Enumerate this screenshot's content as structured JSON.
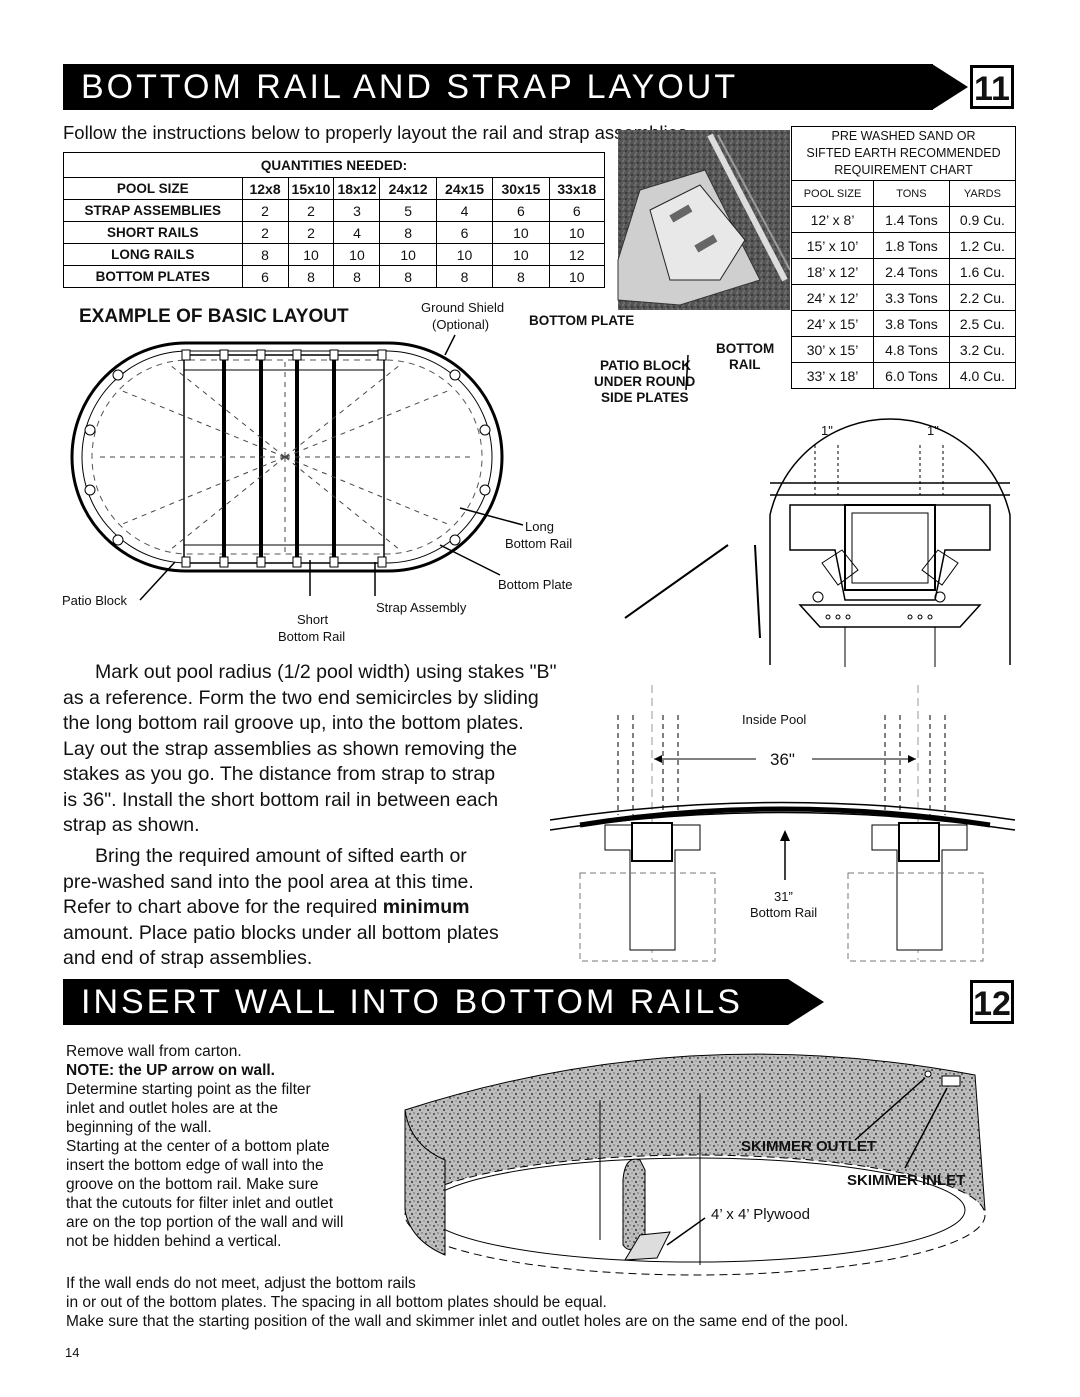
{
  "step11": {
    "title": "BOTTOM RAIL AND STRAP LAYOUT",
    "number": "11",
    "intro": "Follow the instructions below to properly layout the rail and strap assemblies.",
    "quantities": {
      "heading": "QUANTITIES NEEDED:",
      "col_header": "POOL SIZE",
      "sizes": [
        "12x8",
        "15x10",
        "18x12",
        "24x12",
        "24x15",
        "30x15",
        "33x18"
      ],
      "rows": [
        {
          "label": "STRAP ASSEMBLIES",
          "values": [
            "2",
            "2",
            "3",
            "5",
            "4",
            "6",
            "6"
          ]
        },
        {
          "label": "SHORT RAILS",
          "values": [
            "2",
            "2",
            "4",
            "8",
            "6",
            "10",
            "10"
          ]
        },
        {
          "label": "LONG RAILS",
          "values": [
            "8",
            "10",
            "10",
            "10",
            "10",
            "10",
            "12"
          ]
        },
        {
          "label": "BOTTOM PLATES",
          "values": [
            "6",
            "8",
            "8",
            "8",
            "8",
            "8",
            "10"
          ]
        }
      ]
    },
    "sand_chart": {
      "title1": "PRE WASHED SAND OR",
      "title2": "SIFTED EARTH RECOMMENDED",
      "title3": "REQUIREMENT CHART",
      "headers": [
        "POOL SIZE",
        "TONS",
        "YARDS"
      ],
      "rows": [
        [
          "12’ x 8’",
          "1.4 Tons",
          "0.9 Cu."
        ],
        [
          "15’ x 10’",
          "1.8 Tons",
          "1.2 Cu."
        ],
        [
          "18’ x 12’",
          "2.4 Tons",
          "1.6 Cu."
        ],
        [
          "24’ x 12’",
          "3.3 Tons",
          "2.2 Cu."
        ],
        [
          "24’ x 15’",
          "3.8 Tons",
          "2.5 Cu."
        ],
        [
          "30’ x 15’",
          "4.8 Tons",
          "3.2 Cu."
        ],
        [
          "33’ x 18’",
          "6.0 Tons",
          "4.0 Cu."
        ]
      ]
    },
    "example_title": "EXAMPLE OF BASIC LAYOUT",
    "labels": {
      "ground_shield": "Ground Shield",
      "optional": "(Optional)",
      "bottom_plate_caps": "BOTTOM PLATE",
      "bottom": "BOTTOM",
      "rail": "RAIL",
      "patio1": "PATIO BLOCK",
      "patio2": "UNDER ROUND",
      "patio3": "SIDE PLATES",
      "long": "Long",
      "long_rail": "Bottom Rail",
      "bottom_plate": "Bottom Plate",
      "patio_block": "Patio Block",
      "strap_assembly": "Strap Assembly",
      "short": "Short",
      "short_rail": "Bottom Rail",
      "one_inch_left": "1\"",
      "one_inch_right": "1\"",
      "inside_pool": "Inside Pool",
      "dist36": "36\"",
      "rail31": "31”",
      "rail31b": "Bottom Rail"
    },
    "para1": [
      "Mark out pool radius (1/2 pool width) using stakes \"B\"",
      "as a reference.  Form the two end semicircles by sliding",
      "the long bottom rail groove up, into the bottom plates.",
      "Lay out the strap assemblies as shown removing the",
      "stakes as you go.  The distance from strap to strap",
      "is 36\".  Install the short bottom rail in between each",
      "strap as shown."
    ],
    "para2_lines": [
      "Bring the required amount of sifted earth or",
      "pre-washed sand into the pool area at this time.",
      "Refer to chart above for the required ",
      "amount.  Place patio blocks under all bottom plates",
      "and end of strap assemblies."
    ],
    "para2_bold": "minimum"
  },
  "step12": {
    "title": "INSERT WALL INTO BOTTOM RAILS",
    "number": "12",
    "line1": "Remove wall from carton.",
    "note": "NOTE: the UP arrow on wall.",
    "lines": [
      "Determine starting point as the filter",
      "inlet and outlet holes are at the",
      "beginning of the wall.",
      "Starting at the center of a bottom plate",
      "insert the bottom edge of wall into the",
      "groove on the bottom rail.  Make sure",
      "that the cutouts for filter inlet and outlet",
      "are on the top portion of the wall and will",
      "not be hidden behind a vertical.",
      "If the wall ends do not meet, adjust the bottom rails",
      "in or out of the bottom plates.  The  spacing in all bottom plates should be equal.",
      "Make sure that the starting position of the wall and skimmer inlet and outlet holes are on the same end of the pool."
    ],
    "skimmer_outlet": "SKIMMER OUTLET",
    "skimmer_inlet": "SKIMMER INLET",
    "plywood": "4’ x 4’ Plywood"
  },
  "page_number": "14"
}
